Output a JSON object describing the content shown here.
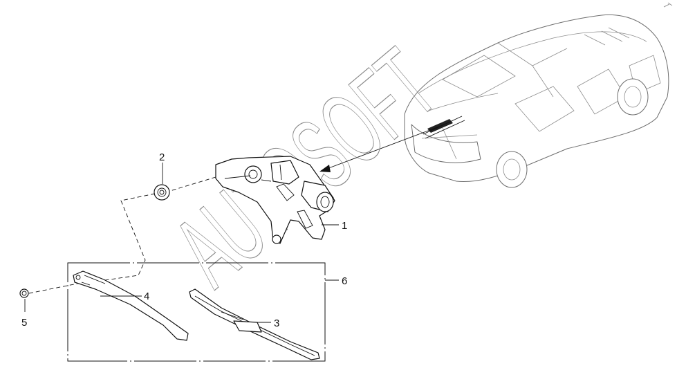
{
  "diagram": {
    "watermark": "AUTOSOFT",
    "callouts": {
      "c1": "1",
      "c2": "2",
      "c3": "3",
      "c4": "4",
      "c5": "5",
      "c6": "6"
    }
  }
}
